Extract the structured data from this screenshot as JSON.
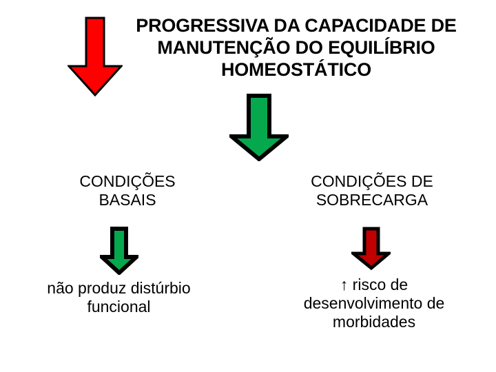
{
  "slide": {
    "background_color": "#FFFFFF",
    "text_color": "#000000",
    "title": "PROGRESSIVA DA CAPACIDADE DE\nMANUTENÇÃO DO EQUILÍBRIO\nHOMEOSTÁTICO",
    "title_lines": [
      "PROGRESSIVA DA CAPACIDADE DE",
      "MANUTENÇÃO DO EQUILÍBRIO",
      "HOMEOSTÁTICO"
    ]
  },
  "columns": {
    "left": {
      "heading": "CONDIÇÕES\nBASAIS",
      "heading_lines": [
        "CONDIÇÕES",
        "BASAIS"
      ],
      "body": "não produz distúrbio\nfuncional",
      "body_lines": [
        "não produz distúrbio",
        "funcional"
      ]
    },
    "right": {
      "heading": "CONDIÇÕES DE\nSOBRECARGA",
      "heading_lines": [
        "CONDIÇÕES DE",
        "SOBRECARGA"
      ],
      "body": "↑ risco de\ndesenvolvimento de\nmorbidades",
      "body_lines": [
        "↑ risco de",
        "desenvolvimento de",
        "morbidades"
      ]
    }
  },
  "arrows": [
    {
      "name": "down-arrow-red-top",
      "direction": "down",
      "fill_color": "#FF0000",
      "stroke_color": "#000000"
    },
    {
      "name": "down-arrow-green-middle",
      "direction": "down",
      "fill_color": "#06A84E",
      "stroke_color": "#000000"
    },
    {
      "name": "down-arrow-green-left",
      "direction": "down",
      "fill_color": "#06A84E",
      "stroke_color": "#000000"
    },
    {
      "name": "down-arrow-red-right",
      "direction": "down",
      "fill_color": "#C00000",
      "stroke_color": "#000000"
    }
  ]
}
